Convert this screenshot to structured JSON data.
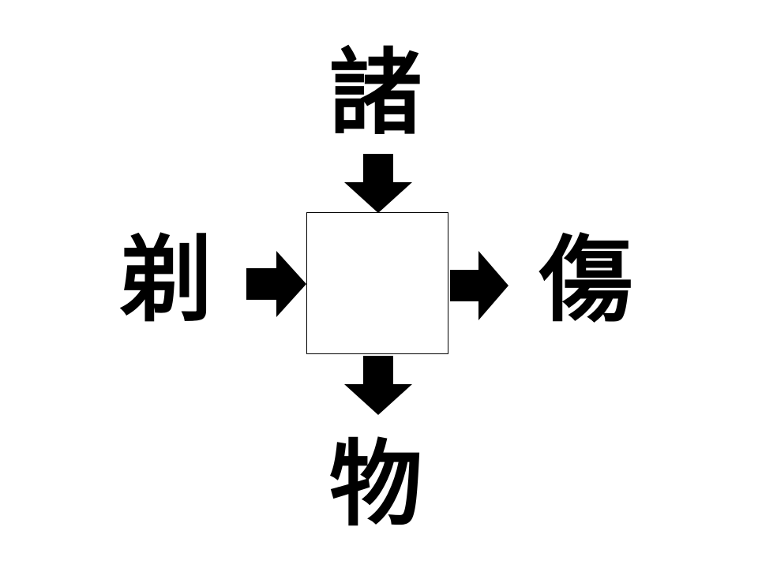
{
  "puzzle": {
    "top": "諸",
    "left": "剃",
    "right": "傷",
    "bottom": "物",
    "answer": ""
  },
  "colors": {
    "ink": "#000000",
    "background": "#ffffff"
  }
}
